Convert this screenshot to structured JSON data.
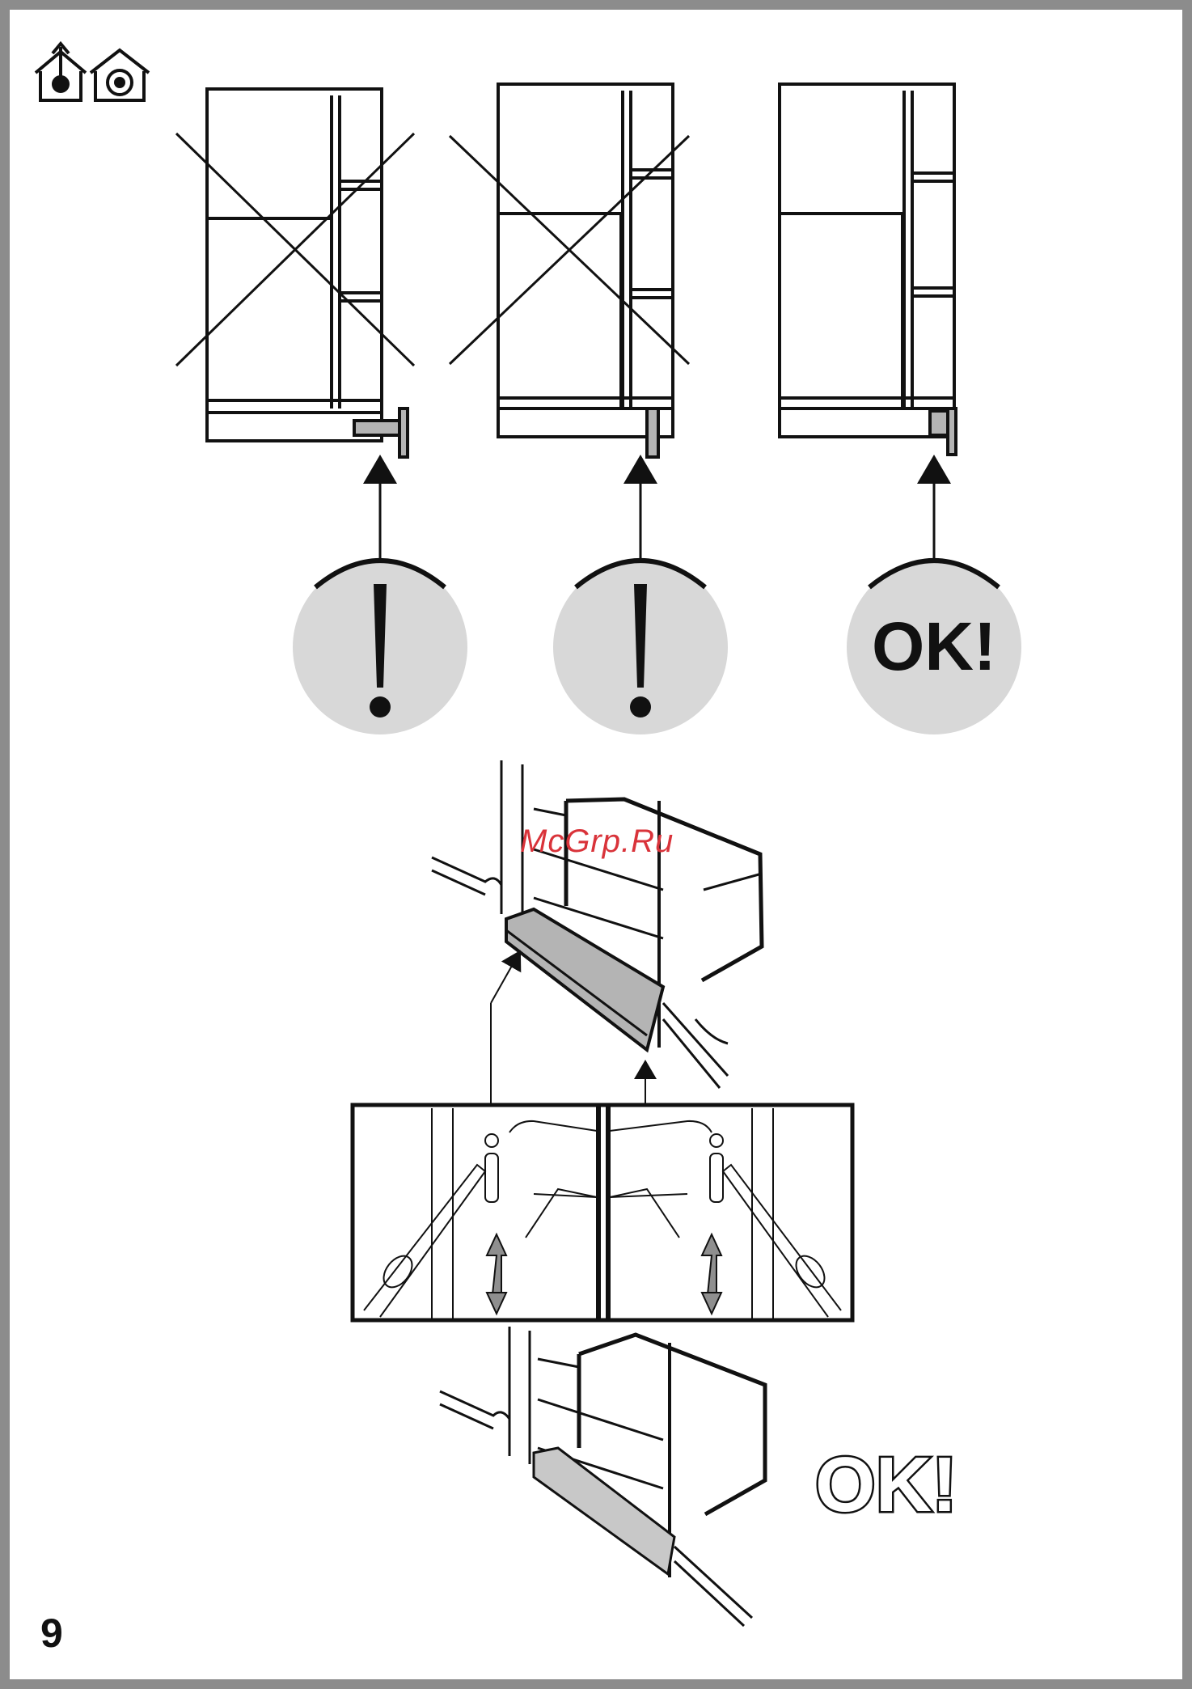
{
  "page": {
    "number": "9",
    "watermark": "McGrp.Ru"
  },
  "mode_icons": [
    "extraction-mode-icon",
    "recirculation-mode-icon"
  ],
  "steps": [
    {
      "status": "wrong",
      "badge": "!"
    },
    {
      "status": "wrong",
      "badge": "!"
    },
    {
      "status": "correct",
      "badge": "OK!"
    }
  ],
  "final_badge": "OK!",
  "colors": {
    "badge_fill": "#d8d8d8",
    "panel_fill": "#b4b4b4",
    "line": "#111111",
    "page_border": "#8c8c8c",
    "watermark": "#d9333a"
  }
}
